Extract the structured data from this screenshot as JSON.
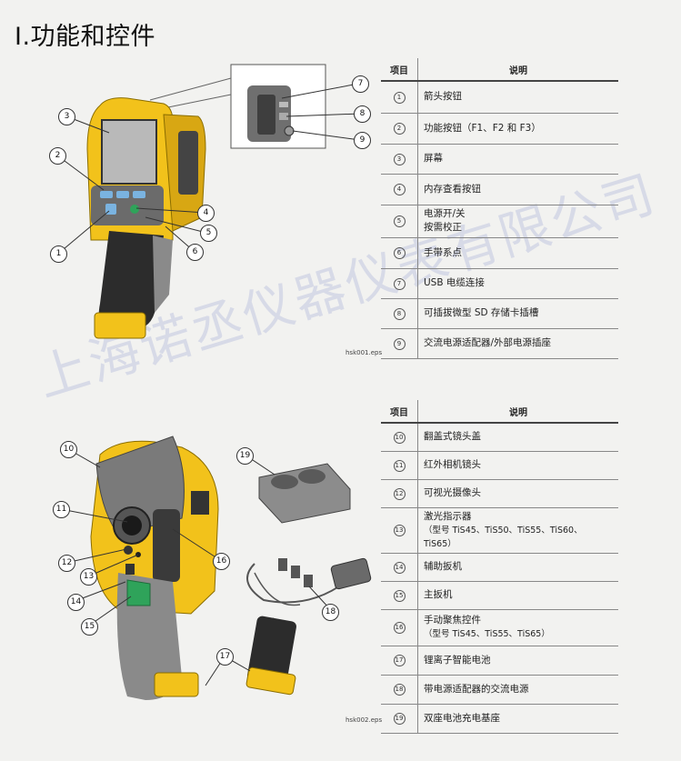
{
  "title": "I.功能和控件",
  "watermark": "上海诺丞仪器仪表有限公司",
  "figure1": {
    "eps": "hsk001.eps",
    "callouts": [
      "1",
      "2",
      "3",
      "4",
      "5",
      "6",
      "7",
      "8",
      "9"
    ]
  },
  "figure2": {
    "eps": "hsk002.eps",
    "callouts": [
      "10",
      "11",
      "12",
      "13",
      "14",
      "15",
      "16",
      "17",
      "18",
      "19"
    ]
  },
  "table_header": {
    "item": "项目",
    "desc": "说明"
  },
  "table1": [
    {
      "num": "1",
      "desc": "箭头按钮"
    },
    {
      "num": "2",
      "desc": "功能按钮（F1、F2 和 F3）"
    },
    {
      "num": "3",
      "desc": "屏幕"
    },
    {
      "num": "4",
      "desc": "内存查看按钮"
    },
    {
      "num": "5",
      "desc": "电源开/关\n按需校正"
    },
    {
      "num": "6",
      "desc": "手带系点"
    },
    {
      "num": "7",
      "desc": "USB 电缆连接"
    },
    {
      "num": "8",
      "desc": "可插拔微型 SD 存储卡插槽"
    },
    {
      "num": "9",
      "desc": "交流电源适配器/外部电源插座"
    }
  ],
  "table2": [
    {
      "num": "10",
      "desc": "翻盖式镜头盖"
    },
    {
      "num": "11",
      "desc": "红外相机镜头"
    },
    {
      "num": "12",
      "desc": "可视光摄像头"
    },
    {
      "num": "13",
      "desc": "激光指示器",
      "sub": "（型号 TiS45、TiS50、TiS55、TiS60、\nTiS65）"
    },
    {
      "num": "14",
      "desc": "辅助扳机"
    },
    {
      "num": "15",
      "desc": "主扳机"
    },
    {
      "num": "16",
      "desc": "手动聚焦控件",
      "sub": "（型号 TiS45、TiS55、TiS65）"
    },
    {
      "num": "17",
      "desc": "锂离子智能电池"
    },
    {
      "num": "18",
      "desc": "带电源适配器的交流电源"
    },
    {
      "num": "19",
      "desc": "双座电池充电基座"
    }
  ],
  "colors": {
    "camera_yellow": "#f2c21b",
    "grip_dark": "#2c2c2c",
    "grip_gray": "#8a8a8a",
    "green_trigger": "#2fa35a"
  }
}
